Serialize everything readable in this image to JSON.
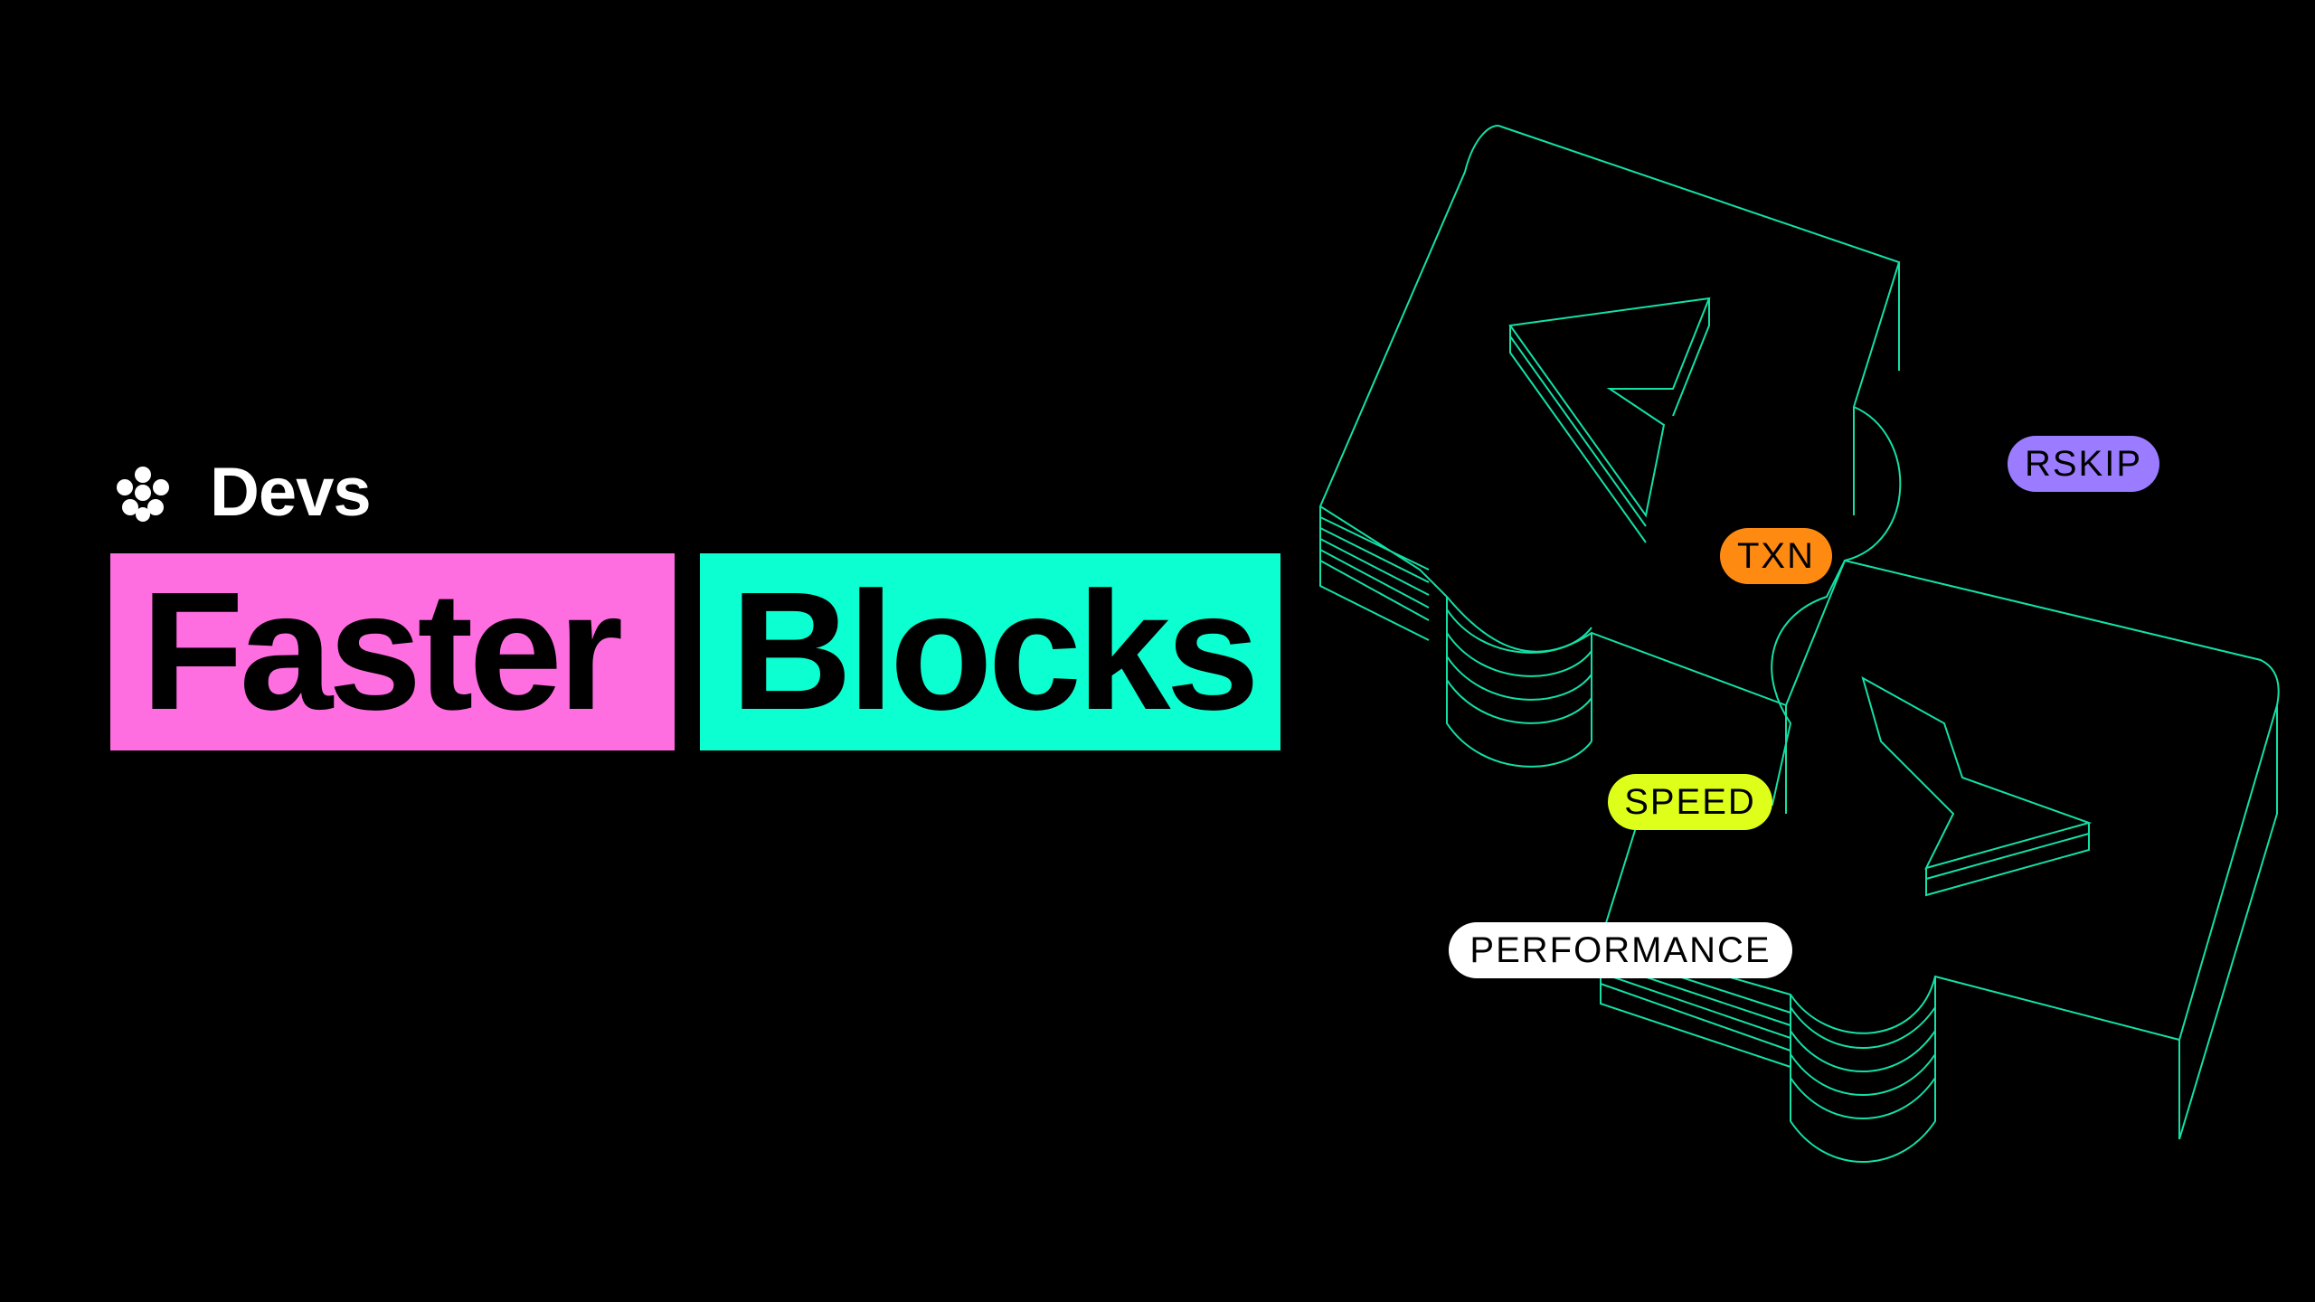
{
  "brand": {
    "name": "Devs",
    "logo_icon": "molecule-cluster-icon"
  },
  "title": {
    "words": [
      {
        "text": "Faster",
        "bg": "#ff6ee0"
      },
      {
        "text": "Blocks",
        "bg": "#0cffd0"
      }
    ]
  },
  "art": {
    "stroke": "#14e0a6",
    "icons": [
      "puzzle-piece-icon",
      "chevron-left-icon",
      "chevron-right-icon"
    ]
  },
  "tags": [
    {
      "text": "RSKIP",
      "bg": "#9b7bff"
    },
    {
      "text": "TXN",
      "bg": "#ff8a12"
    },
    {
      "text": "SPEED",
      "bg": "#ddff1a"
    },
    {
      "text": "PERFORMANCE",
      "bg": "#ffffff"
    }
  ]
}
